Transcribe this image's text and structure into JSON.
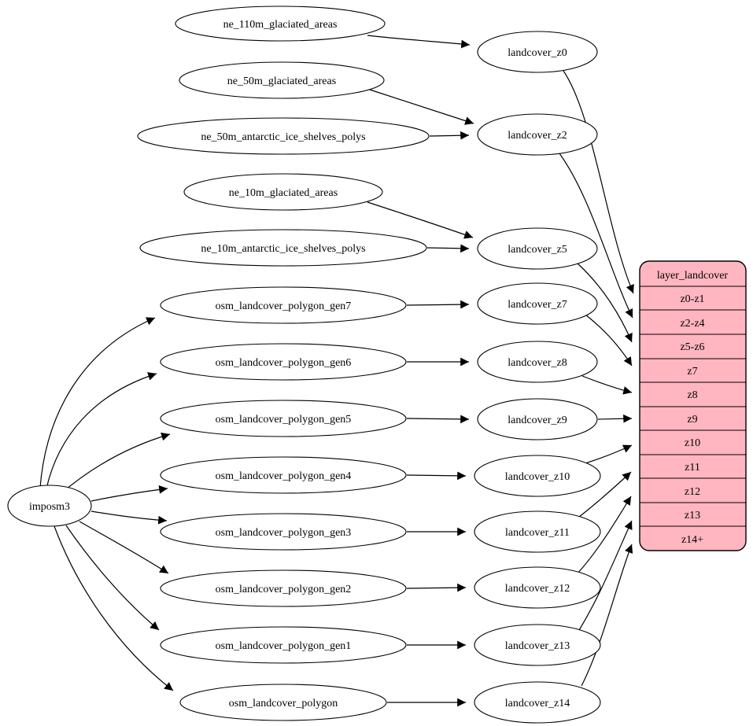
{
  "nodes": {
    "imposm3": "imposm3",
    "ne_110m_glaciated_areas": "ne_110m_glaciated_areas",
    "ne_50m_glaciated_areas": "ne_50m_glaciated_areas",
    "ne_50m_antarctic_ice_shelves_polys": "ne_50m_antarctic_ice_shelves_polys",
    "ne_10m_glaciated_areas": "ne_10m_glaciated_areas",
    "ne_10m_antarctic_ice_shelves_polys": "ne_10m_antarctic_ice_shelves_polys",
    "osm_landcover_polygon_gen7": "osm_landcover_polygon_gen7",
    "osm_landcover_polygon_gen6": "osm_landcover_polygon_gen6",
    "osm_landcover_polygon_gen5": "osm_landcover_polygon_gen5",
    "osm_landcover_polygon_gen4": "osm_landcover_polygon_gen4",
    "osm_landcover_polygon_gen3": "osm_landcover_polygon_gen3",
    "osm_landcover_polygon_gen2": "osm_landcover_polygon_gen2",
    "osm_landcover_polygon_gen1": "osm_landcover_polygon_gen1",
    "osm_landcover_polygon": "osm_landcover_polygon",
    "landcover_z0": "landcover_z0",
    "landcover_z2": "landcover_z2",
    "landcover_z5": "landcover_z5",
    "landcover_z7": "landcover_z7",
    "landcover_z8": "landcover_z8",
    "landcover_z9": "landcover_z9",
    "landcover_z10": "landcover_z10",
    "landcover_z11": "landcover_z11",
    "landcover_z12": "landcover_z12",
    "landcover_z13": "landcover_z13",
    "landcover_z14": "landcover_z14"
  },
  "record": {
    "header": "layer_landcover",
    "rows": [
      "z0-z1",
      "z2-z4",
      "z5-z6",
      "z7",
      "z8",
      "z9",
      "z10",
      "z11",
      "z12",
      "z13",
      "z14+"
    ]
  },
  "colors": {
    "record_fill": "#ffb6c1",
    "node_fill": "#ffffff",
    "stroke": "#000000"
  },
  "edges": [
    {
      "from": "ne_110m_glaciated_areas",
      "to": "landcover_z0"
    },
    {
      "from": "ne_50m_glaciated_areas",
      "to": "landcover_z2"
    },
    {
      "from": "ne_50m_antarctic_ice_shelves_polys",
      "to": "landcover_z2"
    },
    {
      "from": "ne_10m_glaciated_areas",
      "to": "landcover_z5"
    },
    {
      "from": "ne_10m_antarctic_ice_shelves_polys",
      "to": "landcover_z5"
    },
    {
      "from": "osm_landcover_polygon_gen7",
      "to": "landcover_z7"
    },
    {
      "from": "osm_landcover_polygon_gen6",
      "to": "landcover_z8"
    },
    {
      "from": "osm_landcover_polygon_gen5",
      "to": "landcover_z9"
    },
    {
      "from": "osm_landcover_polygon_gen4",
      "to": "landcover_z10"
    },
    {
      "from": "osm_landcover_polygon_gen3",
      "to": "landcover_z11"
    },
    {
      "from": "osm_landcover_polygon_gen2",
      "to": "landcover_z12"
    },
    {
      "from": "osm_landcover_polygon_gen1",
      "to": "landcover_z13"
    },
    {
      "from": "osm_landcover_polygon",
      "to": "landcover_z14"
    },
    {
      "from": "imposm3",
      "to": "osm_landcover_polygon_gen7"
    },
    {
      "from": "imposm3",
      "to": "osm_landcover_polygon_gen6"
    },
    {
      "from": "imposm3",
      "to": "osm_landcover_polygon_gen5"
    },
    {
      "from": "imposm3",
      "to": "osm_landcover_polygon_gen4"
    },
    {
      "from": "imposm3",
      "to": "osm_landcover_polygon_gen3"
    },
    {
      "from": "imposm3",
      "to": "osm_landcover_polygon_gen2"
    },
    {
      "from": "imposm3",
      "to": "osm_landcover_polygon_gen1"
    },
    {
      "from": "imposm3",
      "to": "osm_landcover_polygon"
    },
    {
      "from": "landcover_z0",
      "to": "layer_landcover:z0-z1"
    },
    {
      "from": "landcover_z2",
      "to": "layer_landcover:z2-z4"
    },
    {
      "from": "landcover_z5",
      "to": "layer_landcover:z5-z6"
    },
    {
      "from": "landcover_z7",
      "to": "layer_landcover:z7"
    },
    {
      "from": "landcover_z8",
      "to": "layer_landcover:z8"
    },
    {
      "from": "landcover_z9",
      "to": "layer_landcover:z9"
    },
    {
      "from": "landcover_z10",
      "to": "layer_landcover:z10"
    },
    {
      "from": "landcover_z11",
      "to": "layer_landcover:z11"
    },
    {
      "from": "landcover_z12",
      "to": "layer_landcover:z12"
    },
    {
      "from": "landcover_z13",
      "to": "layer_landcover:z13"
    },
    {
      "from": "landcover_z14",
      "to": "layer_landcover:z14+"
    }
  ]
}
